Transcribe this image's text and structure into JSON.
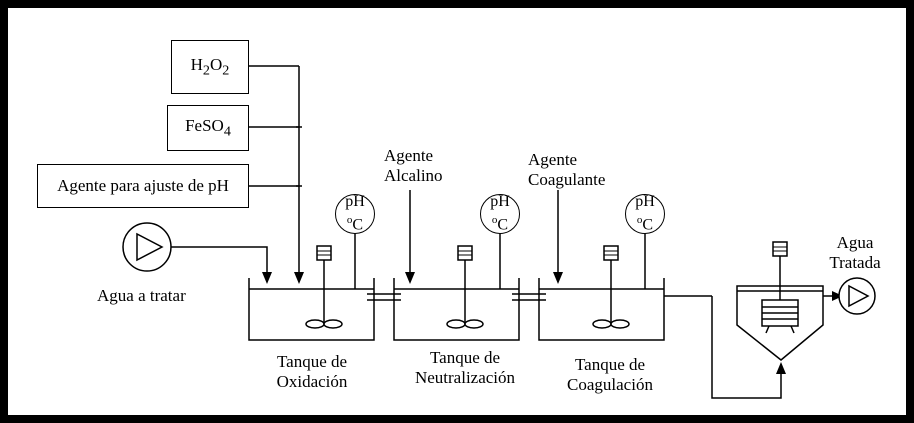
{
  "reagents": {
    "h2o2": {
      "base": "H",
      "sub1": "2",
      "mid": "O",
      "sub2": "2"
    },
    "feso4": {
      "base": "FeSO",
      "sub": "4"
    },
    "ph_agent": "Agente para ajuste de pH"
  },
  "inlet_label": "Agua a tratar",
  "outlet": {
    "line1": "Agua",
    "line2": "Tratada"
  },
  "agents": {
    "alkaline": {
      "line1": "Agente",
      "line2": "Alcalino"
    },
    "coagulant": {
      "line1": "Agente",
      "line2": "Coagulante"
    }
  },
  "instruments": {
    "ph": "pH",
    "temp_base": "C",
    "temp_sup": "o"
  },
  "tanks": [
    {
      "line1": "Tanque de",
      "line2": "Oxidación"
    },
    {
      "line1": "Tanque de",
      "line2": "Neutralización"
    },
    {
      "line1": "Tanque de",
      "line2": "Coagulación"
    }
  ]
}
